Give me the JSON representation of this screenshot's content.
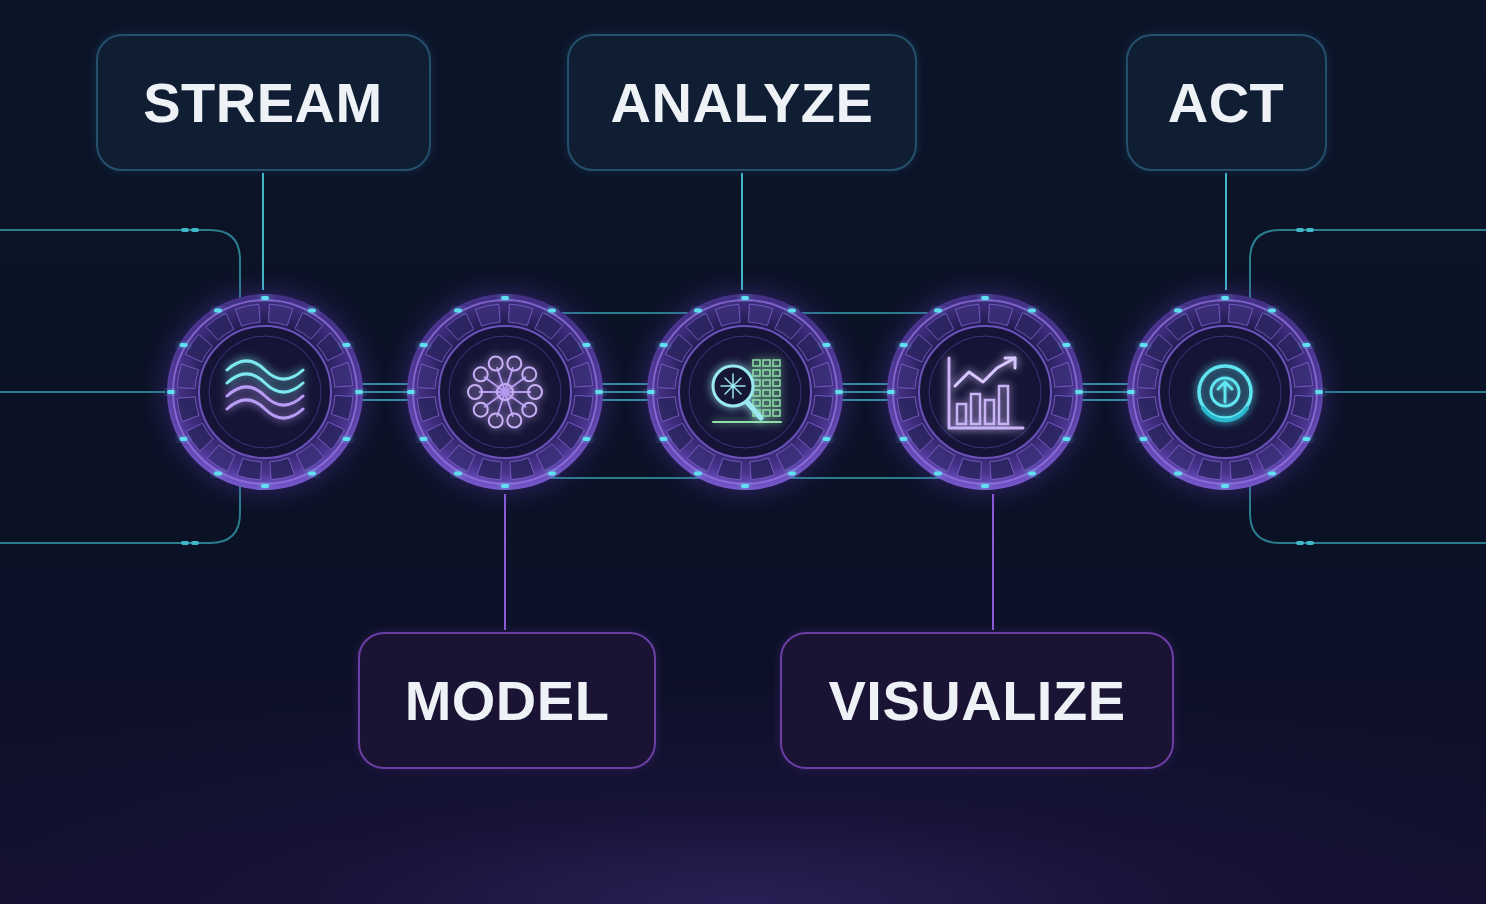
{
  "diagram": {
    "nodes": [
      {
        "text": [
          "STREAM"
        ]
      },
      {
        "text": [
          "ANALYZE"
        ]
      },
      {
        "text": [
          "ACT"
        ]
      },
      {
        "text": [
          "MODEL"
        ]
      },
      {
        "text": [
          "VISUALIZE"
        ]
      }
    ]
  }
}
